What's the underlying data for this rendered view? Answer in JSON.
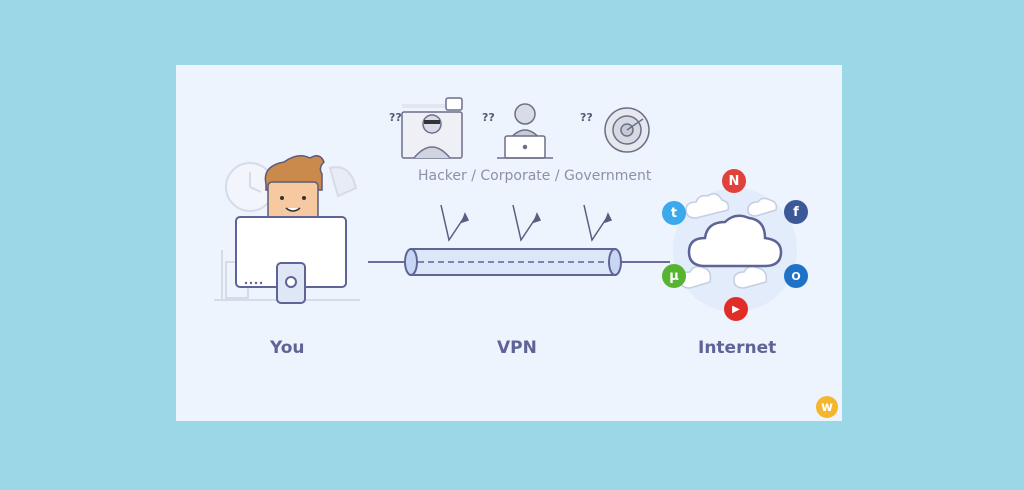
{
  "labels": {
    "you": "You",
    "vpn": "VPN",
    "internet": "Internet",
    "threats": "Hacker / Corporate / Government",
    "unknown_marker": "??"
  },
  "icons": {
    "netflix": "N",
    "twitter": "t",
    "facebook": "f",
    "utorrent": "µ",
    "outlook": "O",
    "youtube": "▶",
    "brand": "w"
  },
  "colors": {
    "background": "#9ad8e8",
    "panel": "#eef4fd",
    "label": "#5e6496",
    "line": "#6a6da0",
    "netflix": "#e0413b",
    "twitter": "#3ba9ec",
    "facebook": "#3b5998",
    "utorrent": "#56b431",
    "outlook": "#1e73c8",
    "youtube": "#e12d27",
    "brand": "#f3b62d"
  }
}
